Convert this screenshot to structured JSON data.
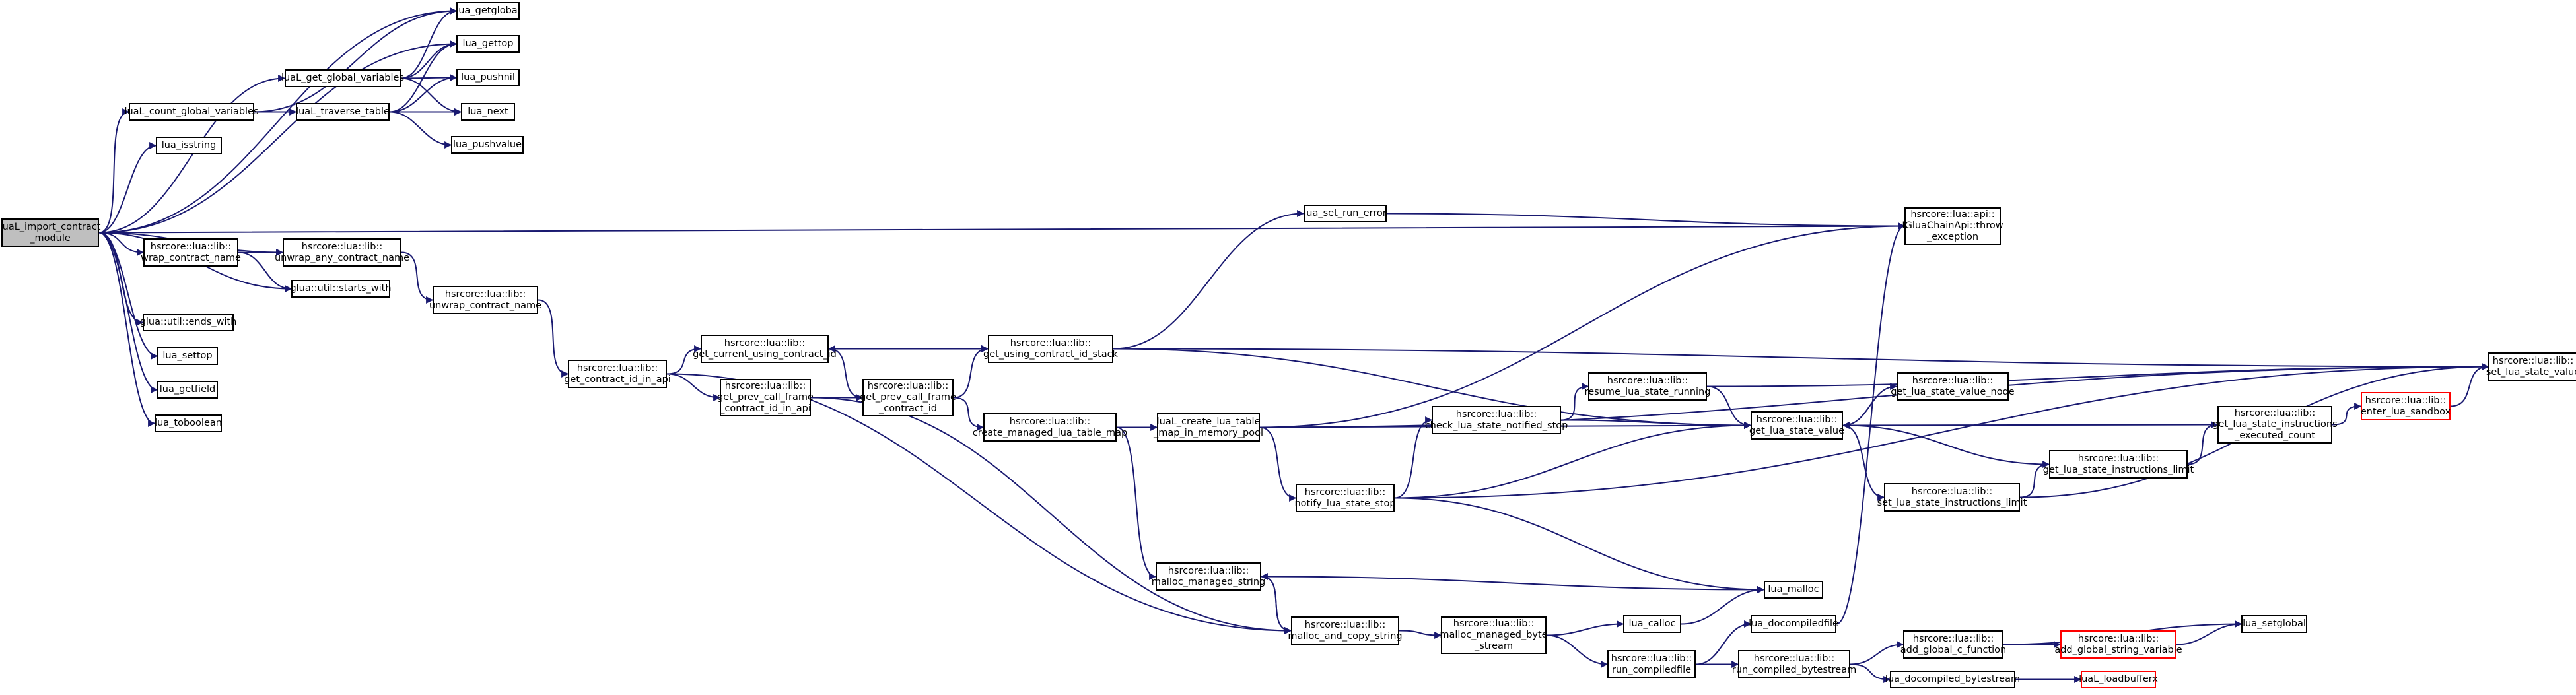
{
  "colors": {
    "edge": "#191970",
    "node_border": "#000000",
    "root_fill": "#bfbfbf",
    "missing_border": "#ff0000"
  },
  "nodes": [
    {
      "id": "root",
      "lines": [
        "luaL_import_contract",
        "_module"
      ]
    },
    {
      "id": "getglobal",
      "lines": [
        "lua_getglobal"
      ]
    },
    {
      "id": "gettop",
      "lines": [
        "lua_gettop"
      ]
    },
    {
      "id": "luaL_get_global_variables",
      "lines": [
        "luaL_get_global_variables"
      ]
    },
    {
      "id": "pushnil",
      "lines": [
        "lua_pushnil"
      ]
    },
    {
      "id": "count_global_variables",
      "lines": [
        "luaL_count_global_variables"
      ]
    },
    {
      "id": "traverse_table",
      "lines": [
        "luaL_traverse_table"
      ]
    },
    {
      "id": "next",
      "lines": [
        "lua_next"
      ]
    },
    {
      "id": "pushvalue",
      "lines": [
        "lua_pushvalue"
      ]
    },
    {
      "id": "isstring",
      "lines": [
        "lua_isstring"
      ]
    },
    {
      "id": "throw_exception",
      "lines": [
        "hsrcore::lua::api::",
        "IGluaChainApi::throw",
        "_exception"
      ]
    },
    {
      "id": "set_run_error",
      "lines": [
        "lua_set_run_error"
      ]
    },
    {
      "id": "wrap_contract_name",
      "lines": [
        "hsrcore::lua::lib::",
        "wrap_contract_name"
      ]
    },
    {
      "id": "unwrap_any_contract_name",
      "lines": [
        "hsrcore::lua::lib::",
        "unwrap_any_contract_name"
      ]
    },
    {
      "id": "starts_with",
      "lines": [
        "glua::util::starts_with"
      ]
    },
    {
      "id": "unwrap_contract_name",
      "lines": [
        "hsrcore::lua::lib::",
        "unwrap_contract_name"
      ]
    },
    {
      "id": "ends_with",
      "lines": [
        "glua::util::ends_with"
      ]
    },
    {
      "id": "settop",
      "lines": [
        "lua_settop"
      ]
    },
    {
      "id": "getfield",
      "lines": [
        "lua_getfield"
      ]
    },
    {
      "id": "toboolean",
      "lines": [
        "lua_toboolean"
      ]
    },
    {
      "id": "get_contract_id_in_api",
      "lines": [
        "hsrcore::lua::lib::",
        "get_contract_id_in_api"
      ]
    },
    {
      "id": "get_current_using_contract_id",
      "lines": [
        "hsrcore::lua::lib::",
        "get_current_using_contract_id"
      ]
    },
    {
      "id": "get_using_contract_id_stack",
      "lines": [
        "hsrcore::lua::lib::",
        "get_using_contract_id_stack"
      ]
    },
    {
      "id": "get_prev_call_frame_contract_id_in_api",
      "lines": [
        "hsrcore::lua::lib::",
        "get_prev_call_frame",
        "_contract_id_in_api"
      ]
    },
    {
      "id": "get_prev_call_frame_contract_id",
      "lines": [
        "hsrcore::lua::lib::",
        "get_prev_call_frame",
        "_contract_id"
      ]
    },
    {
      "id": "create_managed_lua_table_map",
      "lines": [
        "hsrcore::lua::lib::",
        "create_managed_lua_table_map"
      ]
    },
    {
      "id": "create_lua_table_map_in_memory_pool",
      "lines": [
        "luaL_create_lua_table",
        "_map_in_memory_pool"
      ]
    },
    {
      "id": "set_lua_state_value",
      "lines": [
        "hsrcore::lua::lib::",
        "set_lua_state_value"
      ]
    },
    {
      "id": "resume_lua_state_running",
      "lines": [
        "hsrcore::lua::lib::",
        "resume_lua_state_running"
      ]
    },
    {
      "id": "check_lua_state_notified_stop",
      "lines": [
        "hsrcore::lua::lib::",
        "check_lua_state_notified_stop"
      ]
    },
    {
      "id": "get_lua_state_value_node",
      "lines": [
        "hsrcore::lua::lib::",
        "get_lua_state_value_node"
      ]
    },
    {
      "id": "get_lua_state_value",
      "lines": [
        "hsrcore::lua::lib::",
        "get_lua_state_value"
      ]
    },
    {
      "id": "get_lua_state_instructions_executed_count",
      "lines": [
        "hsrcore::lua::lib::",
        "get_lua_state_instructions",
        "_executed_count"
      ]
    },
    {
      "id": "enter_lua_sandbox",
      "lines": [
        "hsrcore::lua::lib::",
        "enter_lua_sandbox"
      ],
      "missing": true
    },
    {
      "id": "notify_lua_state_stop",
      "lines": [
        "hsrcore::lua::lib::",
        "notify_lua_state_stop"
      ]
    },
    {
      "id": "get_lua_state_instructions_limit",
      "lines": [
        "hsrcore::lua::lib::",
        "get_lua_state_instructions_limit"
      ]
    },
    {
      "id": "set_lua_state_instructions_limit",
      "lines": [
        "hsrcore::lua::lib::",
        "set_lua_state_instructions_limit"
      ]
    },
    {
      "id": "malloc_managed_string",
      "lines": [
        "hsrcore::lua::lib::",
        "malloc_managed_string"
      ]
    },
    {
      "id": "lua_malloc",
      "lines": [
        "lua_malloc"
      ]
    },
    {
      "id": "lua_calloc",
      "lines": [
        "lua_calloc"
      ]
    },
    {
      "id": "docompiledfile",
      "lines": [
        "lua_docompiledfile"
      ]
    },
    {
      "id": "malloc_and_copy_string",
      "lines": [
        "hsrcore::lua::lib::",
        "malloc_and_copy_string"
      ]
    },
    {
      "id": "malloc_managed_byte_stream",
      "lines": [
        "hsrcore::lua::lib::",
        "malloc_managed_byte",
        "_stream"
      ]
    },
    {
      "id": "run_compiledfile",
      "lines": [
        "hsrcore::lua::lib::",
        "run_compiledfile"
      ]
    },
    {
      "id": "run_compiled_bytestream",
      "lines": [
        "hsrcore::lua::lib::",
        "run_compiled_bytestream"
      ]
    },
    {
      "id": "add_global_c_function",
      "lines": [
        "hsrcore::lua::lib::",
        "add_global_c_function"
      ]
    },
    {
      "id": "setglobal",
      "lines": [
        "lua_setglobal"
      ]
    },
    {
      "id": "add_global_string_variable",
      "lines": [
        "hsrcore::lua::lib::",
        "add_global_string_variable"
      ],
      "missing": true
    },
    {
      "id": "docompiled_bytestream",
      "lines": [
        "lua_docompiled_bytestream"
      ]
    },
    {
      "id": "loadbufferx",
      "lines": [
        "luaL_loadbufferx"
      ],
      "missing": true
    }
  ]
}
